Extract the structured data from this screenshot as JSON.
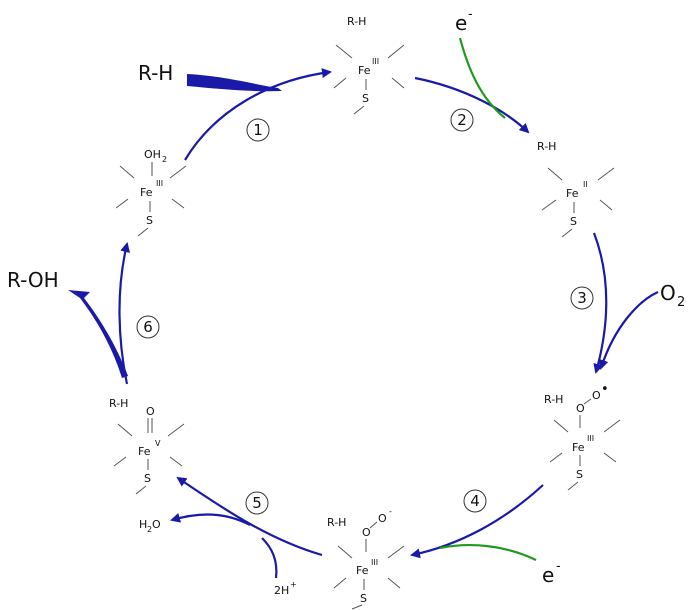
{
  "colors": {
    "cycle_arrow": "#1a1aa8",
    "electron_arrow": "#1f9a1f",
    "text": "#111111"
  },
  "steps": [
    "1",
    "2",
    "3",
    "4",
    "5",
    "6"
  ],
  "reagents": {
    "rh_in": "R-H",
    "e1": "e",
    "e1_sup": "-",
    "o2": "O",
    "o2_sub": "2",
    "e2": "e",
    "e2_sup": "-",
    "h2o_h": "H",
    "h2o_sub": "2",
    "h2o_o": "O",
    "h_plus": "2H",
    "h_plus_sup": "+",
    "roh": "R-OH"
  },
  "complexes": {
    "c1": {
      "rh": "R-H",
      "fe": "Fe",
      "ox": "III",
      "s": "S"
    },
    "c2": {
      "rh": "R-H",
      "fe": "Fe",
      "ox": "II",
      "s": "S"
    },
    "c3": {
      "rh": "R-H",
      "o1": "O",
      "o2": "O",
      "rad": "•",
      "fe": "Fe",
      "ox": "III",
      "s": "S"
    },
    "c4": {
      "rh": "R-H",
      "o1": "O",
      "o2": "O",
      "minus": "-",
      "fe": "Fe",
      "ox": "III",
      "s": "S"
    },
    "c5": {
      "rh": "R-H",
      "o": "O",
      "dbl": "=",
      "fe": "Fe",
      "ox": "V",
      "s": "S"
    },
    "c6": {
      "oh": "OH",
      "oh_sub": "2",
      "fe": "Fe",
      "ox": "III",
      "s": "S"
    }
  }
}
